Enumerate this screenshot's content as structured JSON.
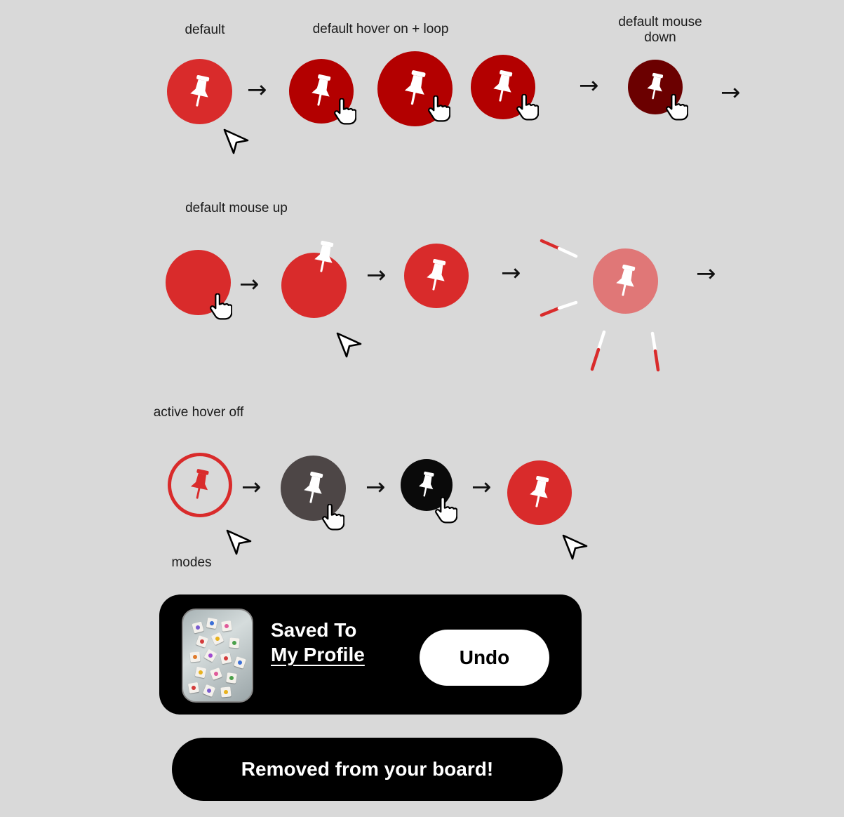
{
  "labels": {
    "default": "default",
    "hover_loop": "default hover on + loop",
    "mouse_down": "default mouse down",
    "mouse_up": "default mouse up",
    "active_hover_off": "active hover off",
    "modes": "modes"
  },
  "arrow_glyph": "→",
  "colors": {
    "pin_red": "#d92b2b",
    "pin_hover_red": "#b30000",
    "pin_down_red": "#6b0000",
    "pin_faded_red": "#e07777",
    "active_gray": "#4d4646",
    "active_black": "#0a0a0a",
    "background": "#d9d9d9"
  },
  "icons": {
    "pin": "pushpin-icon",
    "hand": "hand-pointer-icon",
    "cursor": "arrow-cursor-icon"
  },
  "toast_saved": {
    "line1": "Saved To",
    "line2": "My Profile",
    "undo_label": "Undo"
  },
  "toast_removed": {
    "message": "Removed from your board!"
  }
}
